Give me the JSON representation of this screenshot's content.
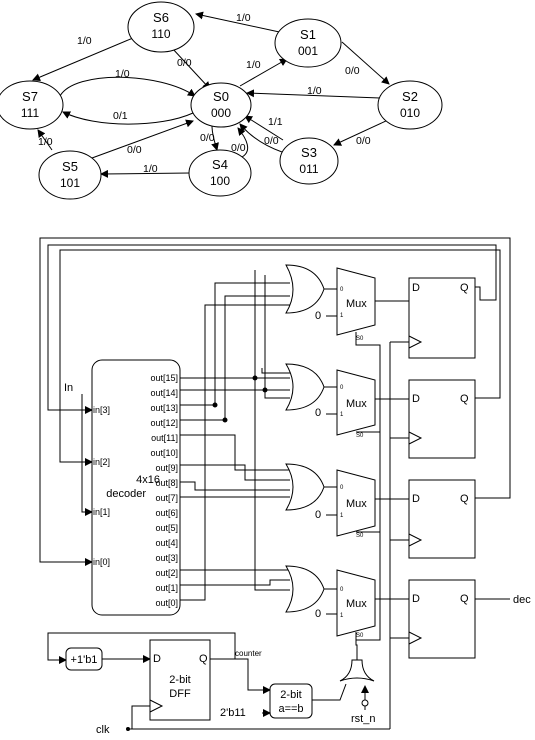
{
  "fsm": {
    "states": [
      {
        "id": "S6",
        "name": "S6",
        "code": "110"
      },
      {
        "id": "S1",
        "name": "S1",
        "code": "001"
      },
      {
        "id": "S7",
        "name": "S7",
        "code": "111"
      },
      {
        "id": "S0",
        "name": "S0",
        "code": "000"
      },
      {
        "id": "S2",
        "name": "S2",
        "code": "010"
      },
      {
        "id": "S5",
        "name": "S5",
        "code": "101"
      },
      {
        "id": "S4",
        "name": "S4",
        "code": "100"
      },
      {
        "id": "S3",
        "name": "S3",
        "code": "011"
      }
    ],
    "transitions": [
      {
        "from": "S1",
        "to": "S6",
        "label": "1/0"
      },
      {
        "from": "S6",
        "to": "S7",
        "label": "1/0"
      },
      {
        "from": "S6",
        "to": "S0",
        "label": "0/0"
      },
      {
        "from": "S0",
        "to": "S1",
        "label": "1/0"
      },
      {
        "from": "S1",
        "to": "S2",
        "label": "0/0"
      },
      {
        "from": "S7",
        "to": "S0",
        "label": "1/0"
      },
      {
        "from": "S0",
        "to": "S7",
        "label": "0/1"
      },
      {
        "from": "S2",
        "to": "S0",
        "label": "1/0"
      },
      {
        "from": "S2",
        "to": "S3",
        "label": "0/0"
      },
      {
        "from": "S3",
        "to": "S0",
        "label": "1/1"
      },
      {
        "from": "S3",
        "to": "S0",
        "label": "0/0"
      },
      {
        "from": "S0",
        "to": "S4",
        "label": "0/0"
      },
      {
        "from": "S4",
        "to": "S0",
        "label": "0/0"
      },
      {
        "from": "S4",
        "to": "S5",
        "label": "1/0"
      },
      {
        "from": "S5",
        "to": "S0",
        "label": "0/0"
      },
      {
        "from": "S5",
        "to": "S7",
        "label": "1/0"
      }
    ]
  },
  "circuit": {
    "decoder": {
      "name_line1": "4x16",
      "name_line2": "decoder",
      "inputs": [
        "in[3]",
        "in[2]",
        "in[1]",
        "in[0]"
      ],
      "outputs": [
        "out[15]",
        "out[14]",
        "out[13]",
        "out[12]",
        "out[11]",
        "out[10]",
        "out[9]",
        "out[8]",
        "out[7]",
        "out[6]",
        "out[5]",
        "out[4]",
        "out[3]",
        "out[2]",
        "out[1]",
        "out[0]"
      ]
    },
    "input_signal": "In",
    "mux_label": "Mux",
    "mux_zero": "0",
    "mux_pin0": "0",
    "mux_pin1": "1",
    "mux_sel": "S0",
    "ff_d": "D",
    "ff_q": "Q",
    "output_signal": "dec",
    "counter": {
      "increment": "+1'b1",
      "dff_line1": "2-bit",
      "dff_line2": "DFF",
      "d": "D",
      "q": "Q",
      "bus_label": "counter",
      "comp_line1": "2-bit",
      "comp_line2": "a==b",
      "const": "2'b11",
      "clk": "clk",
      "rst": "rst_n"
    }
  }
}
